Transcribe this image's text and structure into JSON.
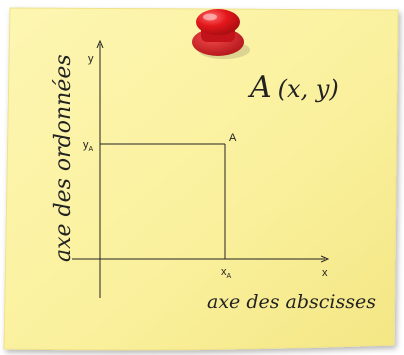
{
  "note": {
    "title_letter": "A",
    "title_coords": "(x, y)",
    "x_axis_caption": "axe des abscisses",
    "y_axis_caption": "axe des ordonnées"
  },
  "graph": {
    "x_label": "x",
    "y_label": "y",
    "point_label": "A",
    "xa_main": "x",
    "xa_sub": "A",
    "ya_main": "y",
    "ya_sub": "A"
  },
  "colors": {
    "paper": "#fbf3a4",
    "paper_edge": "#f2e78c",
    "pin_red": "#e3171b",
    "pin_dark": "#9e0c10",
    "ink": "#222222"
  },
  "icons": {
    "pin": "push-pin-icon"
  }
}
